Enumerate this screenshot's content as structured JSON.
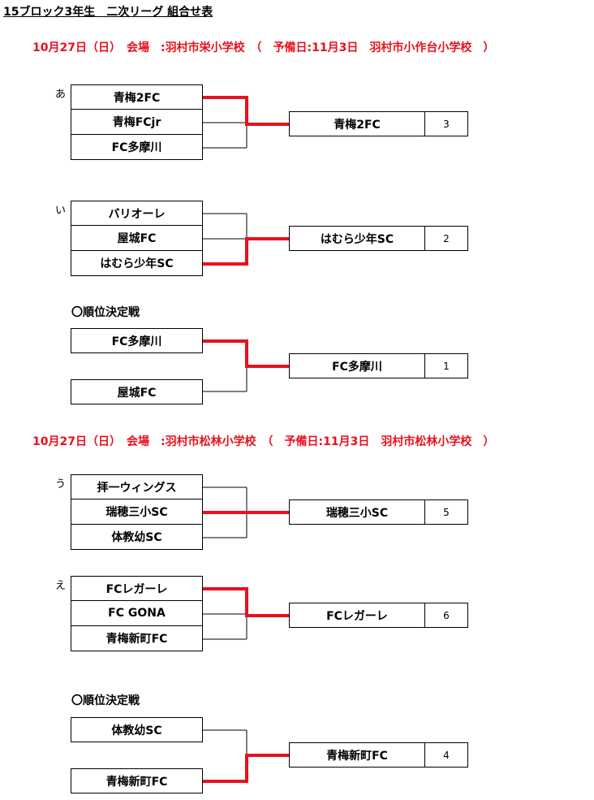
{
  "title": "15ブロック3年生　二次リーグ 組合せ表",
  "venues": [
    "10月27日（日）　会場　:羽村市栄小学校　（　予備日:11月3日　羽村市小作台小学校　）",
    "10月27日（日）　会場　:羽村市松林小学校　（　予備日:11月3日　羽村市松林小学校　）"
  ],
  "ranking_label": "〇順位決定戦",
  "groups": {
    "a": {
      "label": "あ",
      "teams": [
        "青梅2FC",
        "青梅FCjr",
        "FC多摩川"
      ],
      "winner": "青梅2FC",
      "rank": "3"
    },
    "i": {
      "label": "い",
      "teams": [
        "バリオーレ",
        "屋城FC",
        "はむら少年SC"
      ],
      "winner": "はむら少年SC",
      "rank": "2"
    },
    "r1": {
      "teams": [
        "FC多摩川",
        "屋城FC"
      ],
      "winner": "FC多摩川",
      "rank": "1"
    },
    "u": {
      "label": "う",
      "teams": [
        "拝一ウィングス",
        "瑞穂三小SC",
        "体教幼SC"
      ],
      "winner": "瑞穂三小SC",
      "rank": "5"
    },
    "e": {
      "label": "え",
      "teams": [
        "FCレガーレ",
        "FC GONA",
        "青梅新町FC"
      ],
      "winner": "FCレガーレ",
      "rank": "6"
    },
    "r2": {
      "teams": [
        "体教幼SC",
        "青梅新町FC"
      ],
      "winner": "青梅新町FC",
      "rank": "4"
    }
  },
  "colors": {
    "venue_text": "#e8101c",
    "winning_path": "#e8101c",
    "lines": "#000000"
  }
}
